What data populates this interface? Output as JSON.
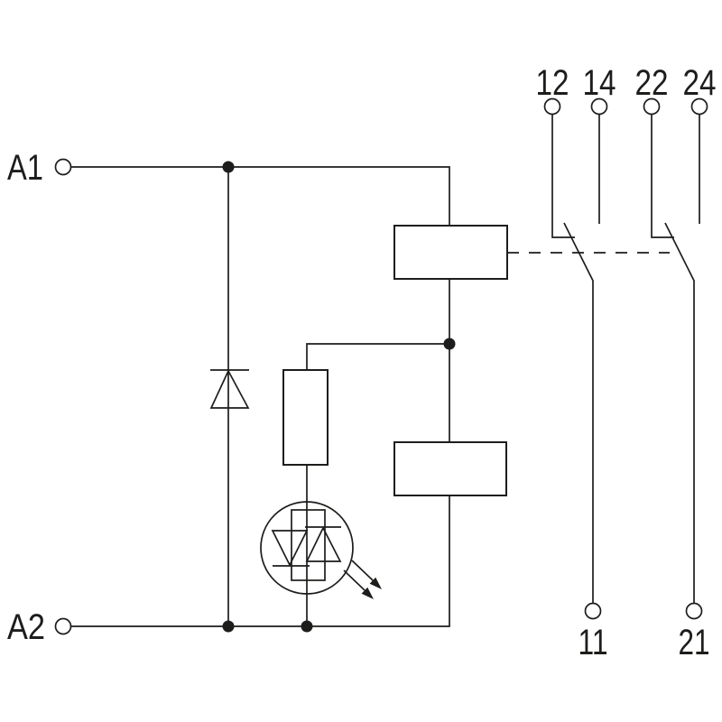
{
  "colors": {
    "stroke": "#1d1d1b",
    "background": "#ffffff"
  },
  "terminals": {
    "coil_in": {
      "label": "A1"
    },
    "coil_out": {
      "label": "A2"
    },
    "contact1_nc": {
      "label": "12"
    },
    "contact1_no": {
      "label": "14"
    },
    "contact2_nc": {
      "label": "22"
    },
    "contact2_no": {
      "label": "24"
    },
    "contact1_com": {
      "label": "11"
    },
    "contact2_com": {
      "label": "21"
    }
  },
  "components": [
    {
      "name": "relay-coil-block"
    },
    {
      "name": "output-stage-block"
    },
    {
      "name": "series-resistor"
    },
    {
      "name": "protection-diode"
    },
    {
      "name": "led-status-indicator"
    },
    {
      "name": "changeover-contact-1"
    },
    {
      "name": "changeover-contact-2"
    },
    {
      "name": "mechanical-link-dashed"
    }
  ]
}
